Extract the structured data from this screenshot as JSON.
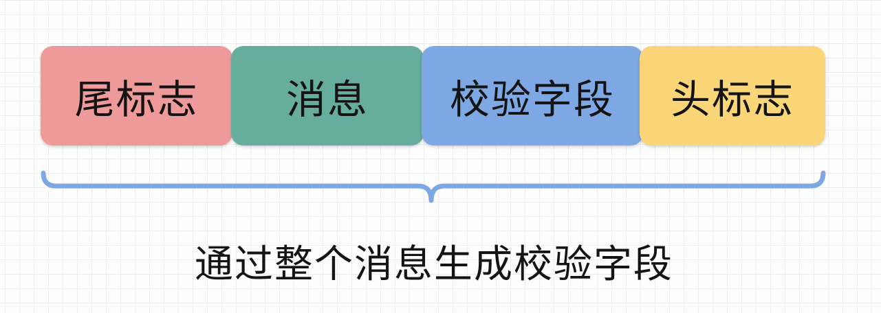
{
  "segments": [
    {
      "label": "尾标志",
      "color": "#ef9a9a"
    },
    {
      "label": "消息",
      "color": "#67ad9e"
    },
    {
      "label": "校验字段",
      "color": "#7ea8e3"
    },
    {
      "label": "头标志",
      "color": "#fbd679"
    }
  ],
  "brace_color": "#7ea8e3",
  "caption": "通过整个消息生成校验字段"
}
